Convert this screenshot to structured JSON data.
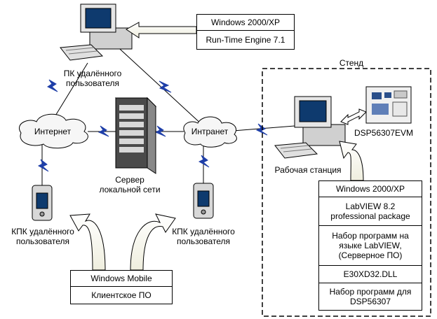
{
  "pc_remote": {
    "label_line1": "ПК удалённого",
    "label_line2": "пользователя",
    "software": [
      "Windows 2000/XP",
      "Run-Time Engine 7.1"
    ]
  },
  "clouds": {
    "internet": "Интернет",
    "intranet": "Интранет"
  },
  "server": {
    "label_line1": "Сервер",
    "label_line2": "локальной сети"
  },
  "pda_left": {
    "label_line1": "КПК удалённого",
    "label_line2": "пользователя"
  },
  "pda_right": {
    "label_line1": "КПК удалённого",
    "label_line2": "пользователя"
  },
  "mobile_software": [
    "Windows Mobile",
    "Клиентское ПО"
  ],
  "stand": {
    "title": "Стенд",
    "workstation_label": "Рабочая станция",
    "board_label": "DSP56307EVM",
    "software": [
      [
        "Windows 2000/XP"
      ],
      [
        "LabVIEW 8.2",
        "professional package"
      ],
      [
        "Набор программ на",
        "языке LabVIEW,",
        "(Серверное ПО)"
      ],
      [
        "E30XD32.DLL"
      ],
      [
        "Набор программ для",
        "DSP56307"
      ]
    ]
  },
  "colors": {
    "lightning": "#1f3fa8",
    "arrow_fill": "#fffbe8",
    "device_gray": "#d8d8d8",
    "screen": "#0e3a6e"
  }
}
